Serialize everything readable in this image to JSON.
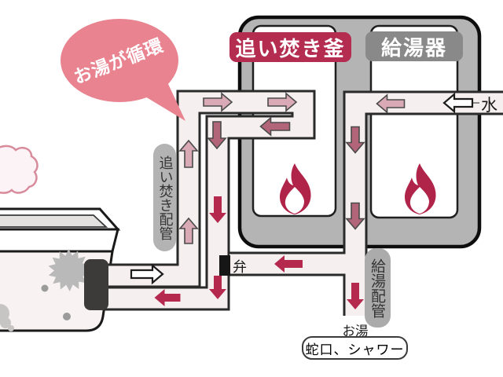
{
  "bubble": {
    "text": "お湯が循環",
    "fill": "#e8838f",
    "text_color": "#ffffff"
  },
  "units": {
    "reheater_label": "追い焚き釜",
    "reheater_badge_color": "#b42c50",
    "water_heater_label": "給湯器",
    "water_heater_badge_color": "#898989",
    "housing_color": "#b4b4b4",
    "flame_color": "#b0244a"
  },
  "labels": {
    "reheat_piping": "追い焚き配管",
    "supply_piping": "給湯配管",
    "valve": "弁",
    "cold_water": "水",
    "hot_water": "お湯",
    "outlet": "蛇口、シャワー"
  },
  "arrow_colors": {
    "pink": "#d9aab5",
    "mauve": "#b26579",
    "crimson": "#b5294e",
    "white": "#ffffff"
  }
}
